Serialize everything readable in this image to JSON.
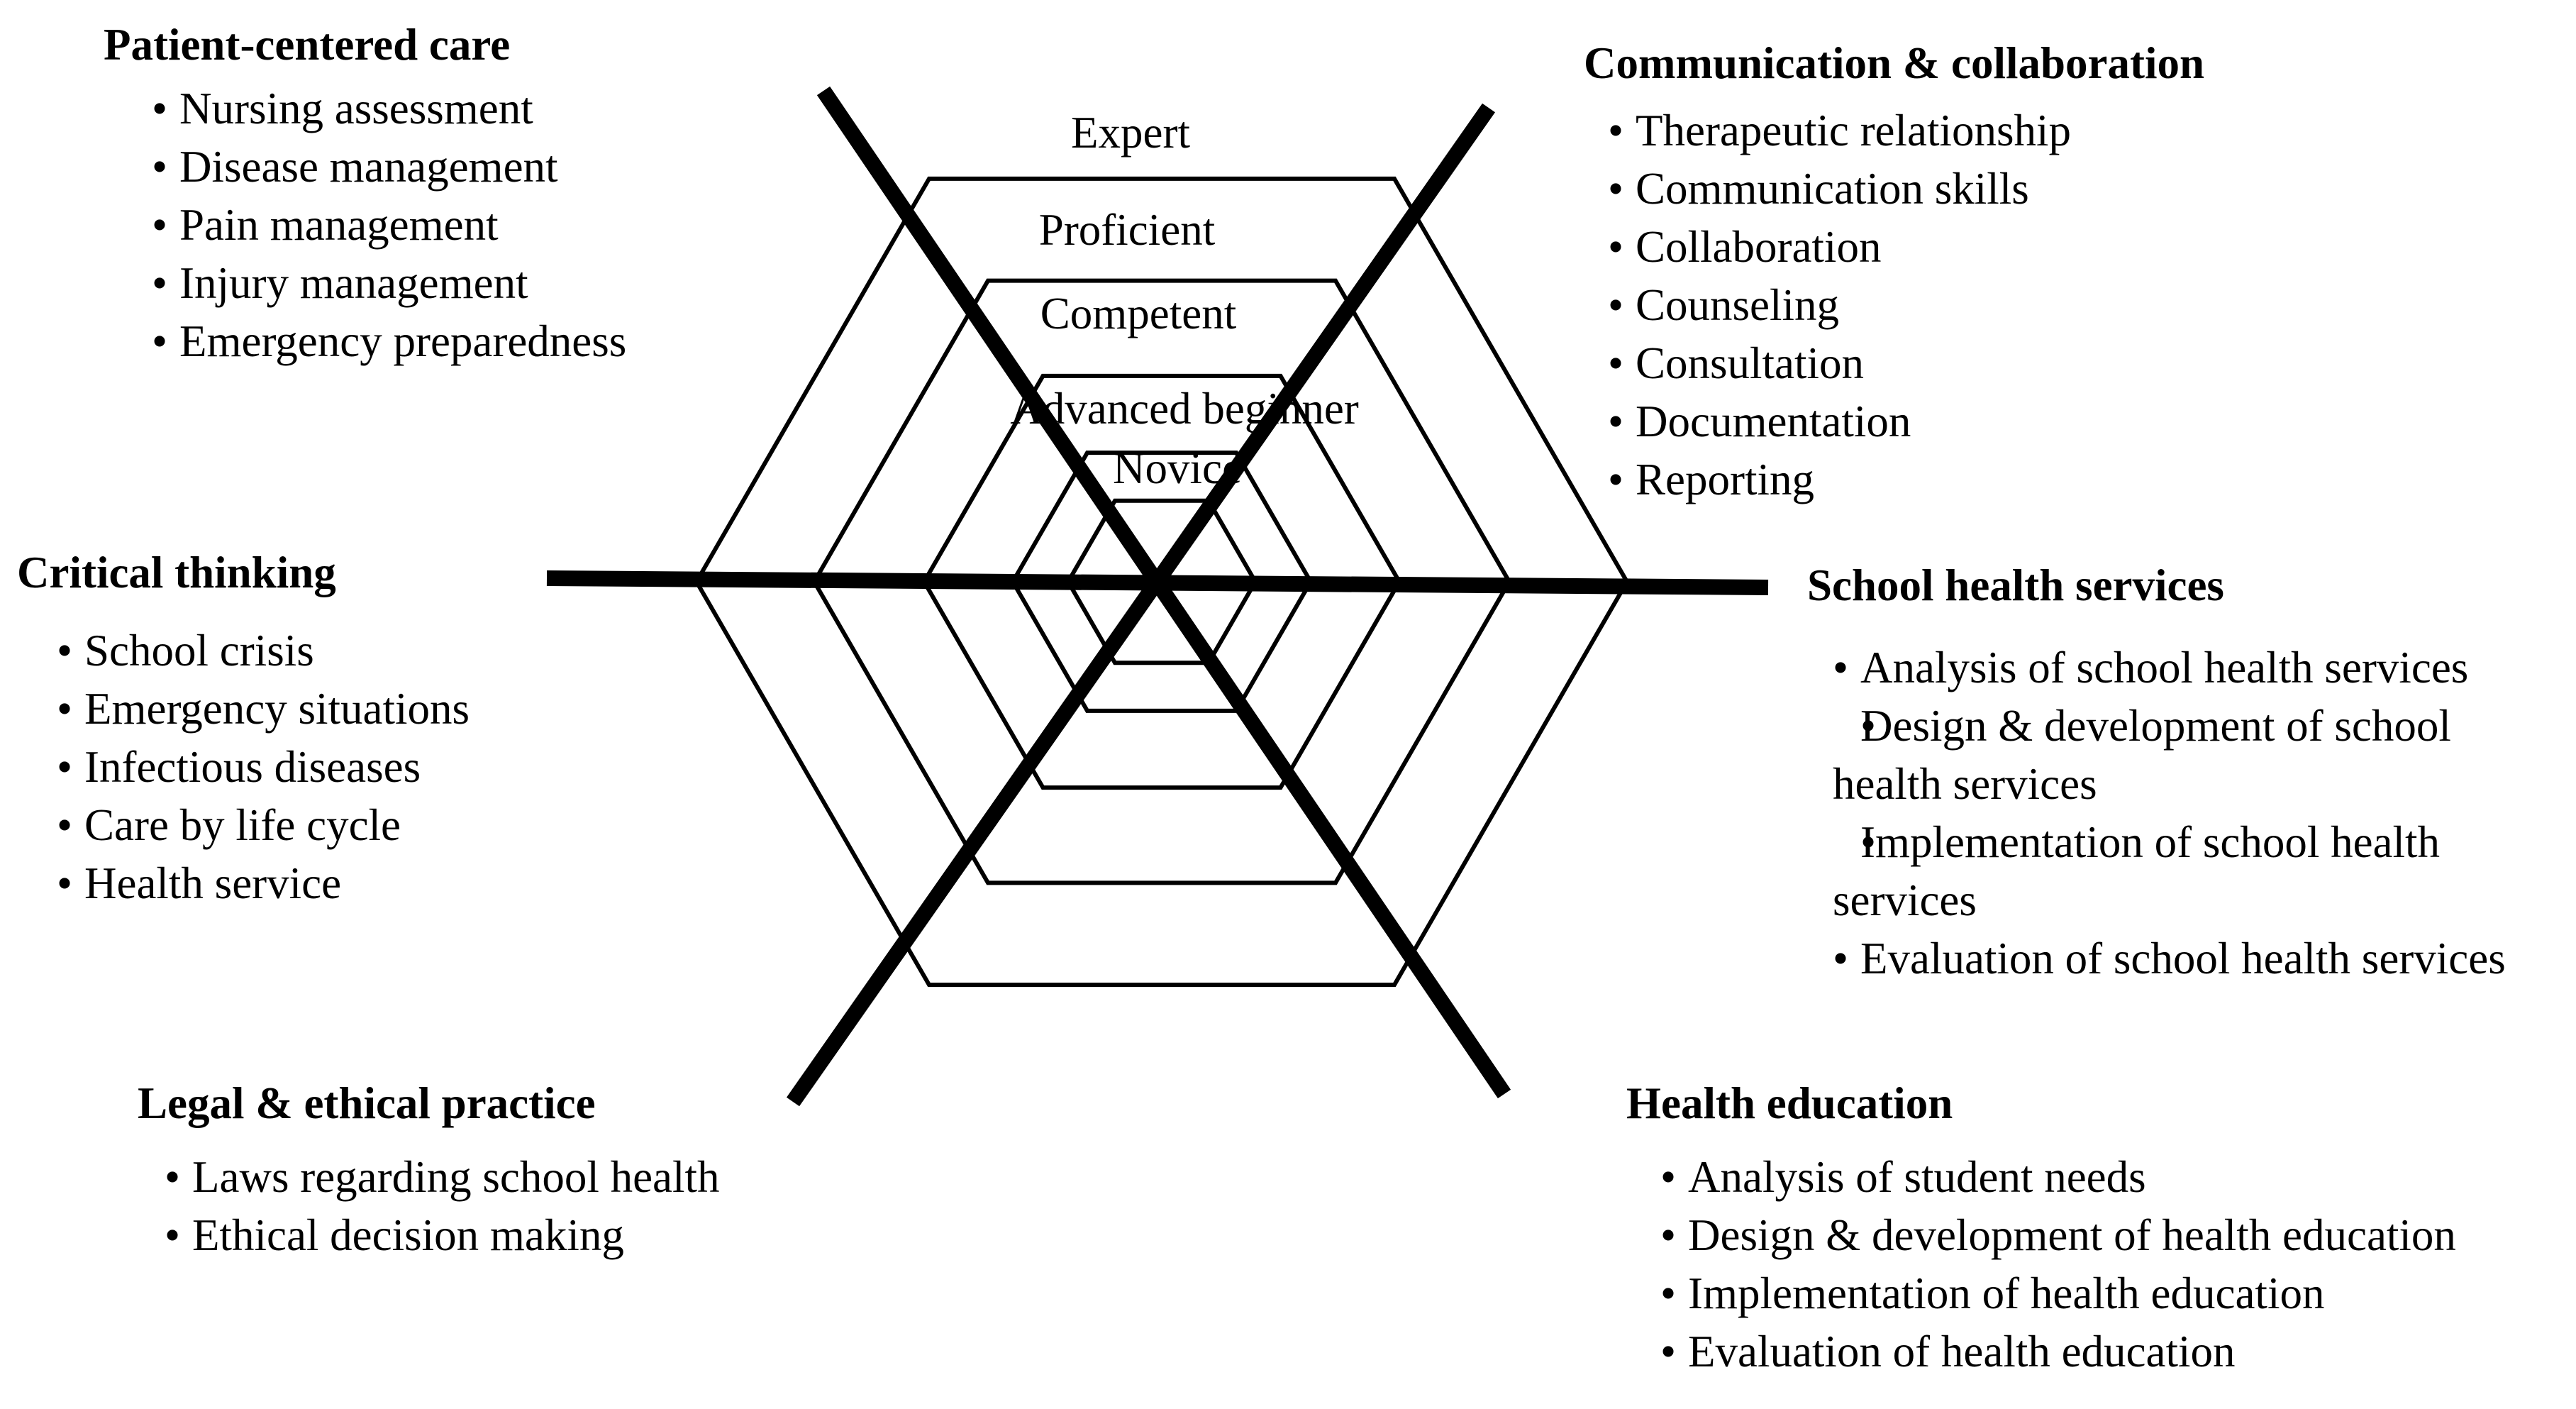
{
  "center_levels": [
    "Expert",
    "Proficient",
    "Competent",
    "Advanced beginner",
    "Novice"
  ],
  "domains": {
    "patient_centered_care": {
      "title": "Patient-centered care",
      "items": [
        "Nursing assessment",
        "Disease management",
        "Pain management",
        "Injury management",
        "Emergency preparedness"
      ]
    },
    "communication_collaboration": {
      "title": "Communication & collaboration",
      "items": [
        "Therapeutic relationship",
        "Communication skills",
        "Collaboration",
        "Counseling",
        "Consultation",
        "Documentation",
        "Reporting"
      ]
    },
    "critical_thinking": {
      "title": "Critical thinking",
      "items": [
        "School crisis",
        "Emergency situations",
        "Infectious diseases",
        "Care by life cycle",
        "Health service"
      ]
    },
    "school_health_services": {
      "title": "School health services",
      "items": [
        "Analysis of school health services",
        "Design & development of school health services",
        "Implementation of school health services",
        "Evaluation of school health services"
      ]
    },
    "legal_ethical_practice": {
      "title": "Legal & ethical practice",
      "items": [
        "Laws regarding school health",
        "Ethical decision making"
      ]
    },
    "health_education": {
      "title": "Health education",
      "items": [
        "Analysis of student needs",
        "Design & development of health education",
        "Implementation of health education",
        "Evaluation of health education"
      ]
    }
  }
}
